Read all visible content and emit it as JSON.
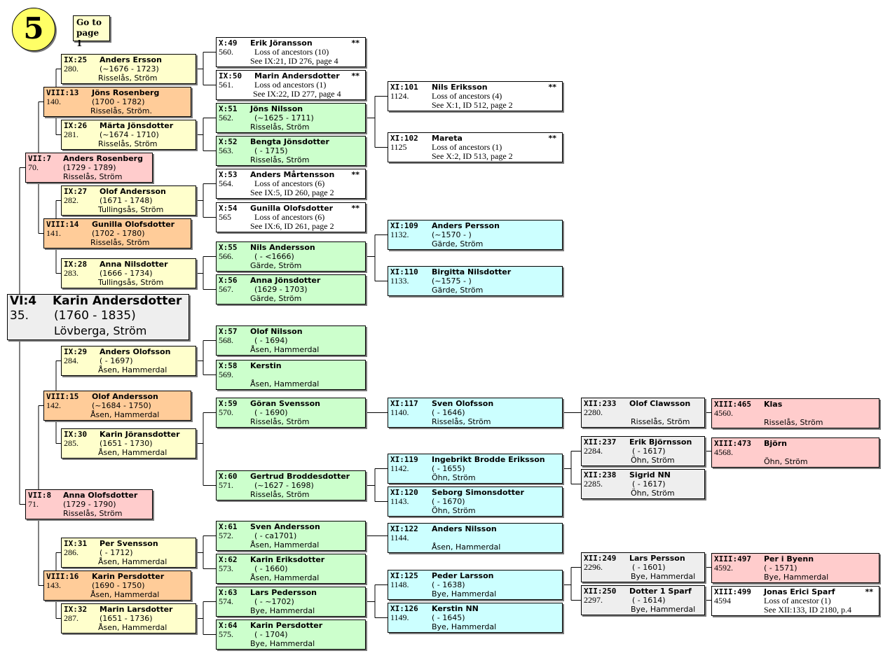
{
  "badge": "5",
  "goto": {
    "line1": "Go to",
    "line2": "page 1"
  },
  "persons": [
    {
      "code": "VI:4",
      "name": "Karin Andersdotter",
      "num": "35.",
      "l1": "(1760 - 1835)",
      "l2": "Lövberga, Ström",
      "color": "main"
    },
    {
      "code": "VII:7",
      "name": "Anders Rosenberg",
      "num": "70.",
      "l1": "(1729 - 1789)",
      "l2": "Risselås, Ström",
      "color": "pink"
    },
    {
      "code": "VII:8",
      "name": "Anna Olofsdotter",
      "num": "71.",
      "l1": "(1729 - 1790)",
      "l2": "Risselås, Ström",
      "color": "pink"
    },
    {
      "code": "VIII:13",
      "name": "Jöns Rosenberg",
      "num": "140.",
      "l1": "(1700 - 1782)",
      "l2": "Risselås, Ström.",
      "color": "orange"
    },
    {
      "code": "VIII:14",
      "name": "Gunilla Olofsdotter",
      "num": "141.",
      "l1": "(1702 - 1780)",
      "l2": "Risselås, Ström",
      "color": "orange"
    },
    {
      "code": "VIII:15",
      "name": "Olof Andersson",
      "num": "142.",
      "l1": "(~1684 - 1750)",
      "l2": "Åsen, Hammerdal",
      "color": "orange"
    },
    {
      "code": "VIII:16",
      "name": "Karin Persdotter",
      "num": "143.",
      "l1": "(1690 - 1750)",
      "l2": "Åsen, Hammerdal",
      "color": "orange"
    },
    {
      "code": "IX:25",
      "name": "Anders Ersson",
      "num": "280.",
      "l1": "(~1676 - 1723)",
      "l2": "Risselås, Ström",
      "color": "yellow"
    },
    {
      "code": "IX:26",
      "name": "Märta Jönsdotter",
      "num": "281.",
      "l1": "(~1674 - 1710)",
      "l2": "Risselås, Ström",
      "color": "yellow"
    },
    {
      "code": "IX:27",
      "name": "Olof Andersson",
      "num": "282.",
      "l1": "(1671 - 1748)",
      "l2": "Tullingsås, Ström",
      "color": "yellow"
    },
    {
      "code": "IX:28",
      "name": "Anna Nilsdotter",
      "num": "283.",
      "l1": "(1666 - 1734)",
      "l2": "Tullingsås, Ström",
      "color": "yellow"
    },
    {
      "code": "IX:29",
      "name": "Anders Olofsson",
      "num": "284.",
      "l1": "( - 1697)",
      "l2": "Åsen, Hammerdal",
      "color": "yellow"
    },
    {
      "code": "IX:30",
      "name": "Karin Jöransdotter",
      "num": "285.",
      "l1": "(1651 - 1730)",
      "l2": "Åsen, Hammerdal",
      "color": "yellow"
    },
    {
      "code": "IX:31",
      "name": "Per Svensson",
      "num": "286.",
      "l1": "( - 1712)",
      "l2": "Åsen, Hammerdal",
      "color": "yellow"
    },
    {
      "code": "IX:32",
      "name": "Marin Larsdotter",
      "num": "287.",
      "l1": "(1651 - 1736)",
      "l2": "Åsen, Hammerdal",
      "color": "yellow"
    },
    {
      "code": "X:49",
      "name": "Erik Jöransson",
      "star": "**",
      "num": "560.",
      "l1": "Loss of ancestors (10)",
      "l2": "See IX:21, ID 276, page 4",
      "color": "white",
      "note": true
    },
    {
      "code": "IX:50",
      "name": "Marin Andersdotter",
      "star": "**",
      "num": "561.",
      "l1": "Loss od ancestors (1)",
      "l2": "See IX:22, ID 277, page 4",
      "color": "white",
      "note": true
    },
    {
      "code": "X:51",
      "name": "Jöns Nilsson",
      "num": "562.",
      "l1": "(~1625 - 1711)",
      "l2": "Risselås, Ström",
      "color": "green"
    },
    {
      "code": "X:52",
      "name": "Bengta Jönsdotter",
      "num": "563.",
      "l1": "( - 1715)",
      "l2": "Risselås, Ström",
      "color": "green"
    },
    {
      "code": "X:53",
      "name": "Anders Mårtensson",
      "star": "**",
      "num": "564.",
      "l1": "Loss of ancestors (6)",
      "l2": "See IX:5, ID 260, page 2",
      "color": "white",
      "note": true
    },
    {
      "code": "X:54",
      "name": "Gunilla Olofsdotter",
      "star": "**",
      "num": "565",
      "l1": "Loss of ancestors (6)",
      "l2": "See IX:6, ID 261, page 2",
      "color": "white",
      "note": true
    },
    {
      "code": "X:55",
      "name": "Nils Andersson",
      "num": "566.",
      "l1": "( - <1666)",
      "l2": "Gärde, Ström",
      "color": "green"
    },
    {
      "code": "X:56",
      "name": "Anna Jönsdotter",
      "num": "567.",
      "l1": "(1629 - 1703)",
      "l2": "Gärde, Ström",
      "color": "green"
    },
    {
      "code": "X:57",
      "name": "Olof Nilsson",
      "num": "568.",
      "l1": "( - 1694)",
      "l2": "Åsen, Hammerdal",
      "color": "green"
    },
    {
      "code": "X:58",
      "name": "Kerstin",
      "num": "569.",
      "l1": "",
      "l2": "Åsen, Hammerdal",
      "color": "green"
    },
    {
      "code": "X:59",
      "name": "Göran Svensson",
      "num": "570.",
      "l1": "( - 1690)",
      "l2": "Risselås, Ström",
      "color": "green"
    },
    {
      "code": "X:60",
      "name": "Gertrud Broddesdotter",
      "num": "571.",
      "l1": "(~1627 - 1698)",
      "l2": "Risselås, Ström",
      "color": "green"
    },
    {
      "code": "X:61",
      "name": "Sven Andersson",
      "num": "572.",
      "l1": "( - ca1701)",
      "l2": "Åsen, Hammerdal",
      "color": "green"
    },
    {
      "code": "X:62",
      "name": "Karin Eriksdotter",
      "num": "573.",
      "l1": "( - 1660)",
      "l2": "Åsen, Hammerdal",
      "color": "green"
    },
    {
      "code": "X:63",
      "name": "Lars Pedersson",
      "num": "574.",
      "l1": "( - ~1702)",
      "l2": "Bye, Hammerdal",
      "color": "green"
    },
    {
      "code": "X:64",
      "name": "Karin Persdotter",
      "num": "575.",
      "l1": "( - 1704)",
      "l2": "Bye, Hammerdal",
      "color": "green"
    },
    {
      "code": "XI:101",
      "name": "Nils Eriksson",
      "star": "**",
      "num": "1124.",
      "l1": "Loss of ancestors (4)",
      "l2": "See X:1, ID 512, page 2",
      "color": "white",
      "note": true
    },
    {
      "code": "XI:102",
      "name": "Mareta",
      "star": "**",
      "num": "1125",
      "l1": "Loss of ancestors (1)",
      "l2": "See X:2, ID 513, page 2",
      "color": "white",
      "note": true
    },
    {
      "code": "XI:109",
      "name": "Anders Persson",
      "num": "1132.",
      "l1": "(~1570 - )",
      "l2": "Gärde, Ström",
      "color": "cyan"
    },
    {
      "code": "XI:110",
      "name": "Birgitta Nilsdotter",
      "num": "1133.",
      "l1": "(~1575 - )",
      "l2": "Gärde, Ström",
      "color": "cyan"
    },
    {
      "code": "XI:117",
      "name": "Sven Olofsson",
      "num": "1140.",
      "l1": "( - 1646)",
      "l2": "Risselås, Ström",
      "color": "cyan"
    },
    {
      "code": "XI:119",
      "name": "Ingebrikt Brodde Eriksson",
      "num": "1142.",
      "l1": "( - 1655)",
      "l2": "Öhn, Ström",
      "color": "cyan"
    },
    {
      "code": "XI:120",
      "name": "Seborg Simonsdotter",
      "num": "1143.",
      "l1": "( - 1670)",
      "l2": "Öhn, Ström",
      "color": "cyan"
    },
    {
      "code": "XI:122",
      "name": "Anders Nilsson",
      "num": "1144.",
      "l1": "",
      "l2": "Åsen, Hammerdal",
      "color": "cyan"
    },
    {
      "code": "XI:125",
      "name": "Peder Larsson",
      "num": "1148.",
      "l1": "( - 1638)",
      "l2": "Bye, Hammerdal",
      "color": "cyan"
    },
    {
      "code": "XI:126",
      "name": "Kerstin NN",
      "num": "1149.",
      "l1": "( - 1645)",
      "l2": "Bye, Hammerdal",
      "color": "cyan"
    },
    {
      "code": "XII:233",
      "name": "Olof Clawsson",
      "num": "2280.",
      "l1": "",
      "l2": "Risselås, Ström",
      "color": "gray"
    },
    {
      "code": "XII:237",
      "name": "Erik Björnsson",
      "num": "2284.",
      "l1": "( - 1617)",
      "l2": "Öhn, Ström",
      "color": "gray"
    },
    {
      "code": "XII:238",
      "name": "Sigrid NN",
      "num": "2285.",
      "l1": "( - 1617)",
      "l2": "Öhn, Ström",
      "color": "gray"
    },
    {
      "code": "XII:249",
      "name": "Lars Persson",
      "num": "2296.",
      "l1": "( - 1601)",
      "l2": "Bye, Hammerdal",
      "color": "gray"
    },
    {
      "code": "XII:250",
      "name": "Dotter 1 Sparf",
      "num": "2297.",
      "l1": "( - 1614)",
      "l2": "Bye, Hammerdal",
      "color": "gray"
    },
    {
      "code": "XIII:465",
      "name": "Klas",
      "num": "4560.",
      "l1": "",
      "l2": "Risselås, Ström",
      "color": "pink"
    },
    {
      "code": "XIII:473",
      "name": "Björn",
      "num": "4568.",
      "l1": "",
      "l2": "Öhn, Ström",
      "color": "pink"
    },
    {
      "code": "XIII:497",
      "name": "Per i Byenn",
      "num": "4592.",
      "l1": "( - 1571)",
      "l2": "Bye, Hammerdal",
      "color": "pink"
    },
    {
      "code": "XIII:499",
      "name": "Jonas Erici Sparf",
      "star": "**",
      "num": "4594",
      "l1": "Loss of ancestor (1)",
      "l2": "See XII:133, ID 2180, p.4",
      "color": "white",
      "note": true
    }
  ]
}
